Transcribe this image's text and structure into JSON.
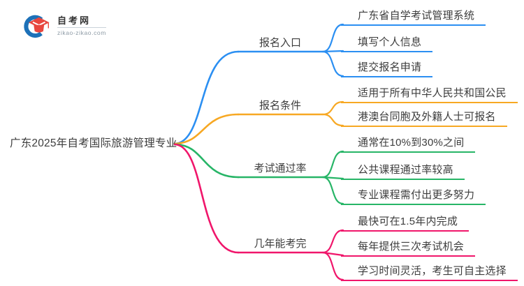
{
  "logo": {
    "site_name": "自考网",
    "site_domain": "zikao-zikao.com",
    "icon": "graduation-cap-logo"
  },
  "root": {
    "label": "广东2025年自考国际旅游管理专业"
  },
  "branches": [
    {
      "label": "报名入口",
      "color": "#2b8ff2",
      "children": [
        "广东省自学考试管理系统",
        "填写个人信息",
        "提交报名申请"
      ]
    },
    {
      "label": "报名条件",
      "color": "#f7a823",
      "children": [
        "适用于所有中华人民共和国公民",
        "港澳台同胞及外籍人士可报名"
      ]
    },
    {
      "label": "考试通过率",
      "color": "#27b567",
      "children": [
        "通常在10%到30%之间",
        "公共课程通过率较高",
        "专业课程需付出更多努力"
      ]
    },
    {
      "label": "几年能考完",
      "color": "#f0166b",
      "children": [
        "最快可在1.5年内完成",
        "每年提供三次考试机会",
        "学习时间灵活，考生可自主选择"
      ]
    }
  ],
  "colors": {
    "branch_blue": "#2b8ff2",
    "branch_orange": "#f7a823",
    "branch_green": "#27b567",
    "branch_pink": "#f0166b",
    "text": "#3d3d3d",
    "logo_blue": "#1d71b8",
    "logo_red": "#e8473f",
    "background": "#ffffff"
  }
}
